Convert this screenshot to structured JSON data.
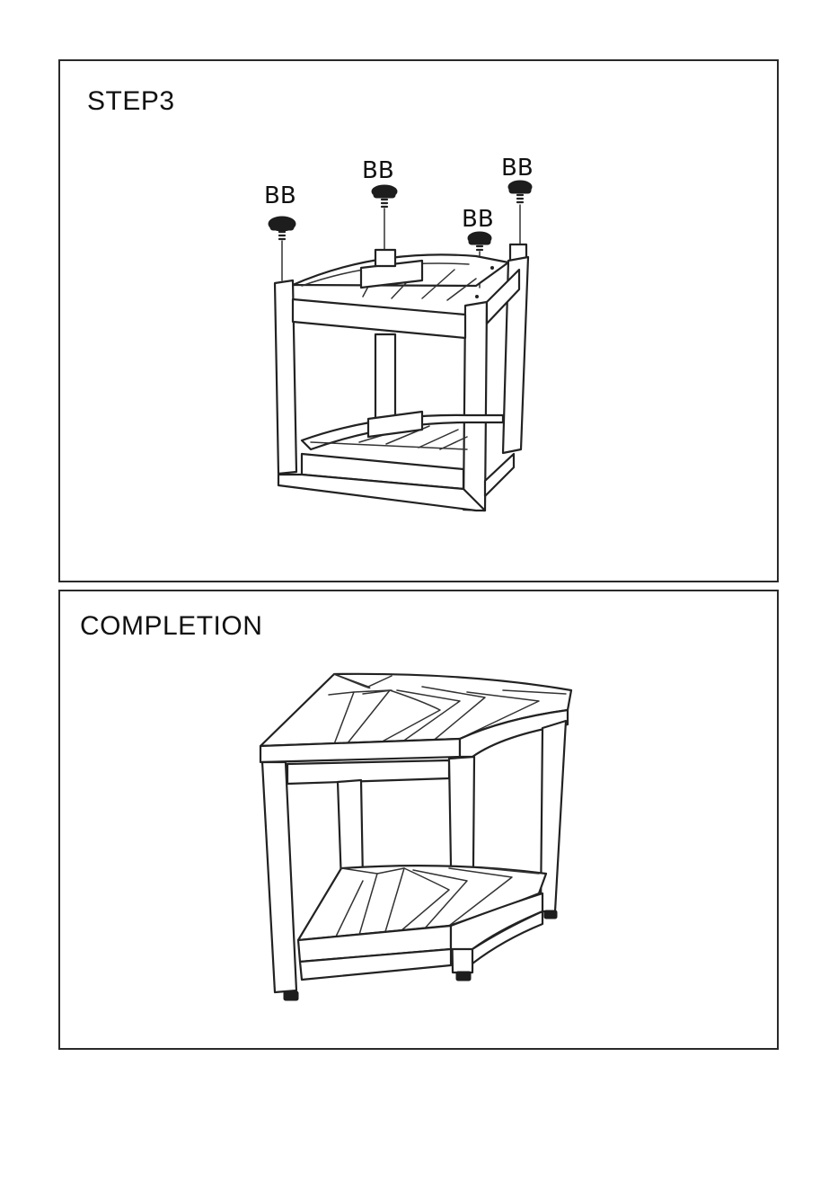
{
  "step3": {
    "title": "STEP3",
    "part_labels": [
      "BB",
      "BB",
      "BB",
      "BB"
    ]
  },
  "completion": {
    "title": "COMPLETION"
  }
}
